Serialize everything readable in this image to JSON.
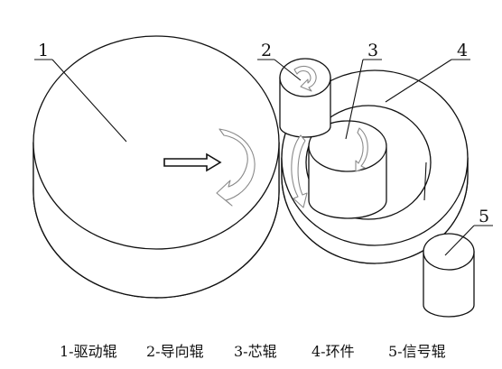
{
  "labels": {
    "driving_roller": "1",
    "guide_roller": "2",
    "core_roller": "3",
    "ring_part": "4",
    "signal_roller": "5"
  },
  "legend": {
    "item1": "1-驱动辊",
    "item2": "2-导向辊",
    "item3": "3-芯辊",
    "item4": "4-环件",
    "item5": "5-信号辊"
  },
  "colors": {
    "line": "#111111",
    "rotation_arrow": "#8a8a8a",
    "background": "#ffffff"
  }
}
